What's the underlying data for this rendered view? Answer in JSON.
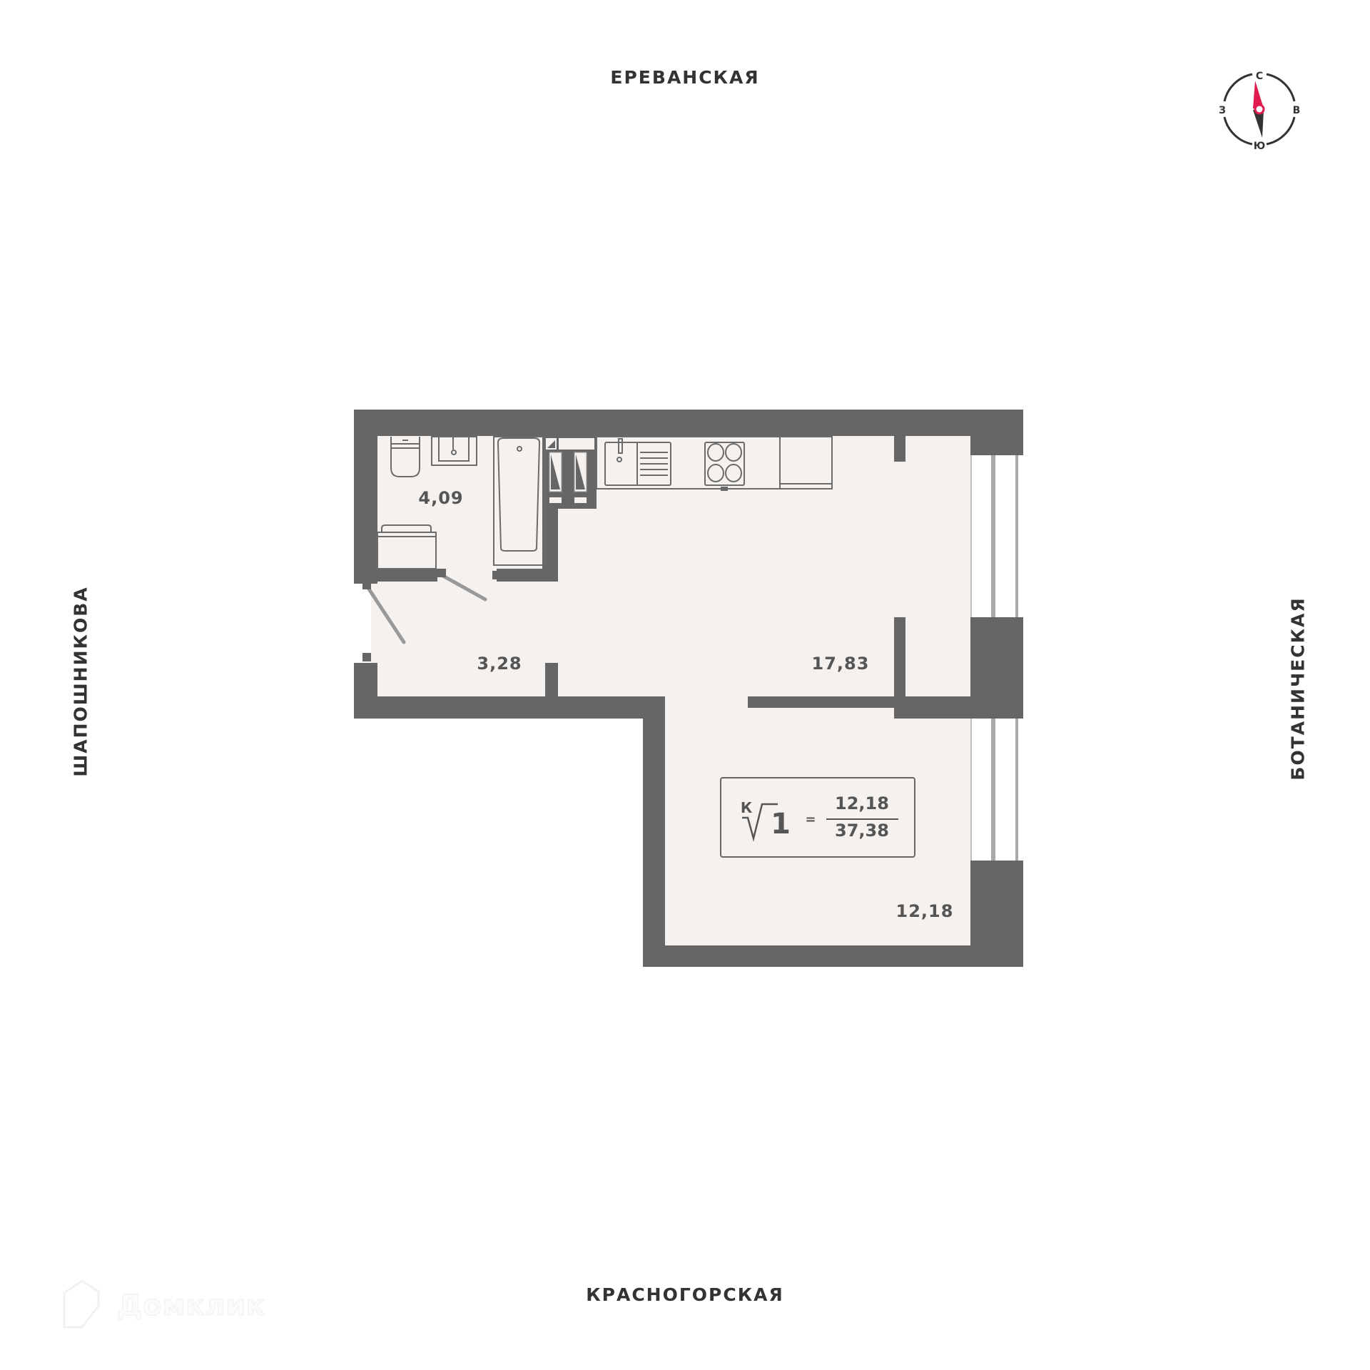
{
  "streets": {
    "top": "ЕРЕВАНСКАЯ",
    "bottom": "КРАСНОГОРСКАЯ",
    "left": "ШАПОШНИКОВА",
    "right": "БОТАНИЧЕСКАЯ"
  },
  "compass": {
    "north": "С",
    "south": "Ю",
    "west": "З",
    "east": "В",
    "accent_color": "#e0194f"
  },
  "rooms": {
    "bathroom_area": "4,09",
    "hallway_area": "3,28",
    "kitchen_living_area": "17,83",
    "bedroom_area": "12,18"
  },
  "legend": {
    "room_type": "К",
    "rooms_count": "1",
    "living_area": "12,18",
    "total_area": "37,38",
    "equals": "="
  },
  "watermark": {
    "text": "Домклик"
  },
  "colors": {
    "wall": "#666666",
    "floor": "#f4f1ee",
    "fixture_line": "#6b6b6b",
    "window_line": "#a8a8a8"
  }
}
